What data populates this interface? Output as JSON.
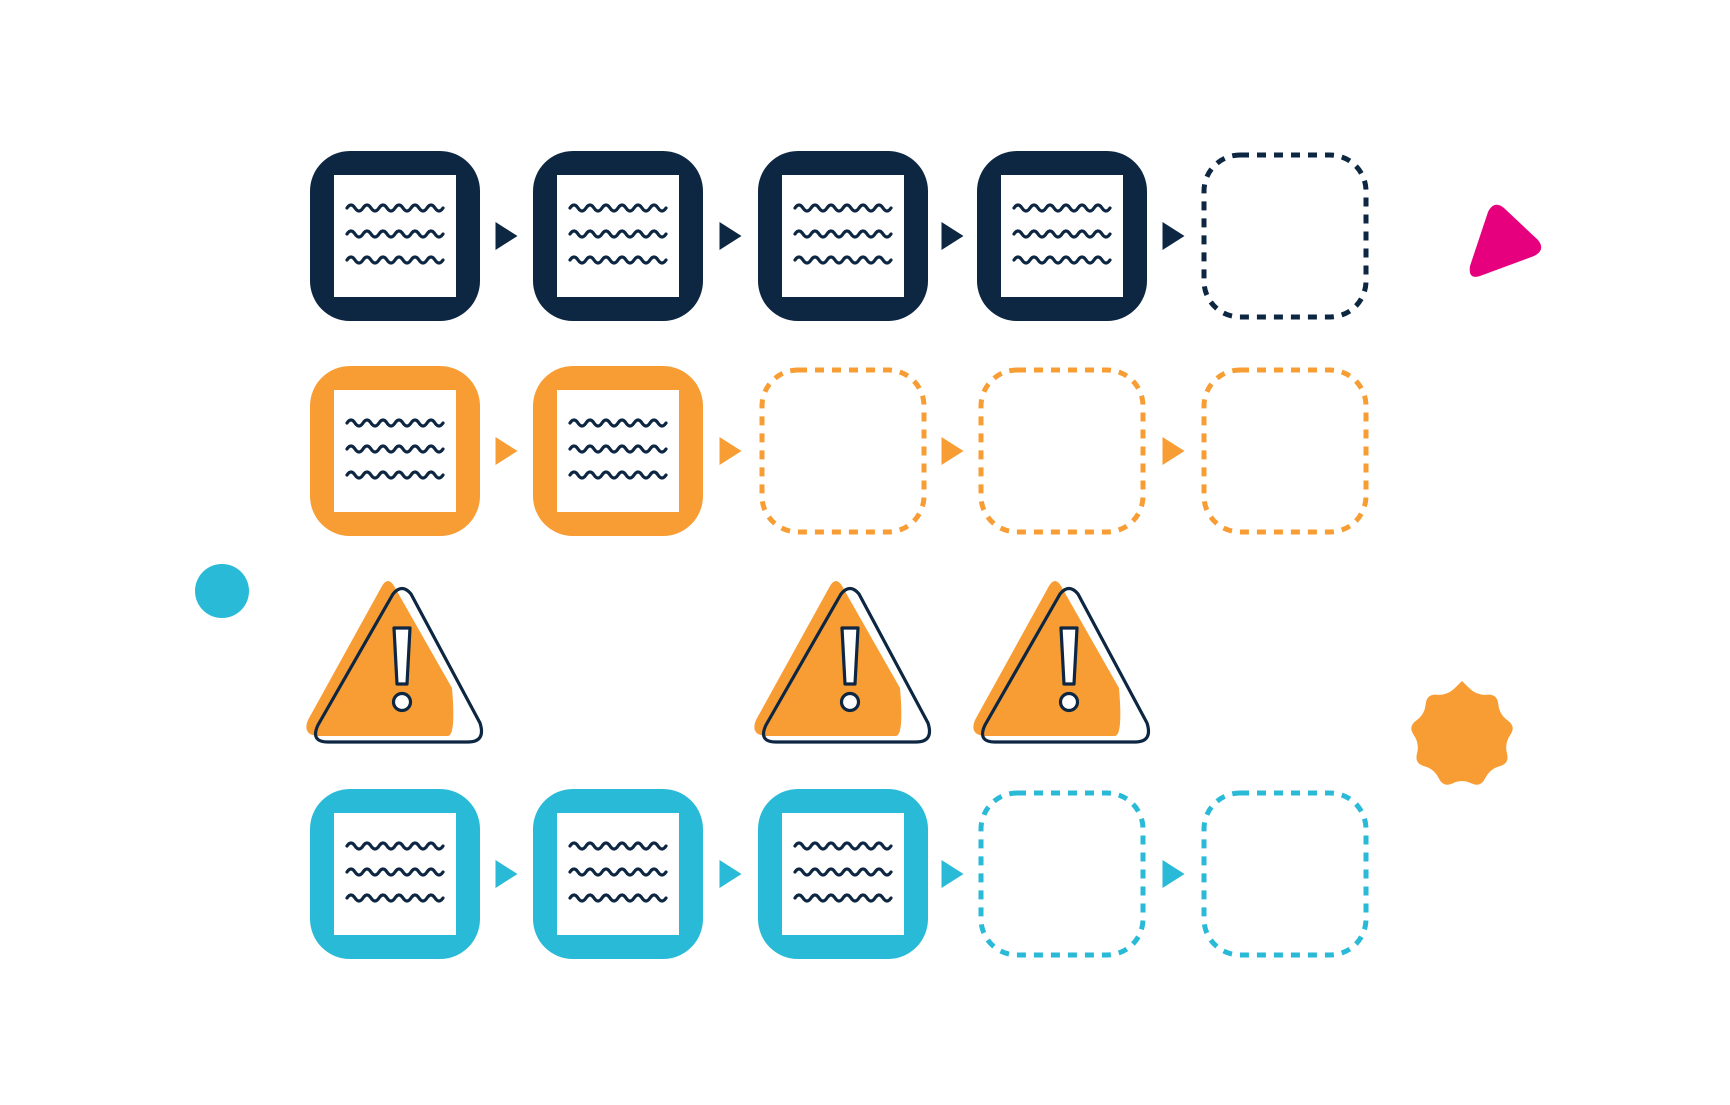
{
  "colors": {
    "navy": "#0d2642",
    "orange": "#f79d34",
    "cyan": "#29bad7",
    "pink": "#e6007e",
    "white": "#ffffff"
  },
  "rows": [
    {
      "id": "row-navy",
      "color": "navy",
      "steps": [
        "filled",
        "filled",
        "filled",
        "filled",
        "empty"
      ]
    },
    {
      "id": "row-orange",
      "color": "orange",
      "steps": [
        "filled",
        "filled",
        "empty",
        "empty",
        "empty"
      ]
    },
    {
      "id": "row-cyan",
      "color": "cyan",
      "steps": [
        "filled",
        "filled",
        "filled",
        "empty",
        "empty"
      ]
    }
  ],
  "warnings": [
    true,
    false,
    true,
    true,
    false
  ],
  "decorations": [
    {
      "name": "cyan-dot",
      "color": "cyan",
      "shape": "circle"
    },
    {
      "name": "pink-play-icon",
      "color": "pink",
      "shape": "triangle"
    },
    {
      "name": "orange-gear-icon",
      "color": "orange",
      "shape": "cog"
    }
  ]
}
